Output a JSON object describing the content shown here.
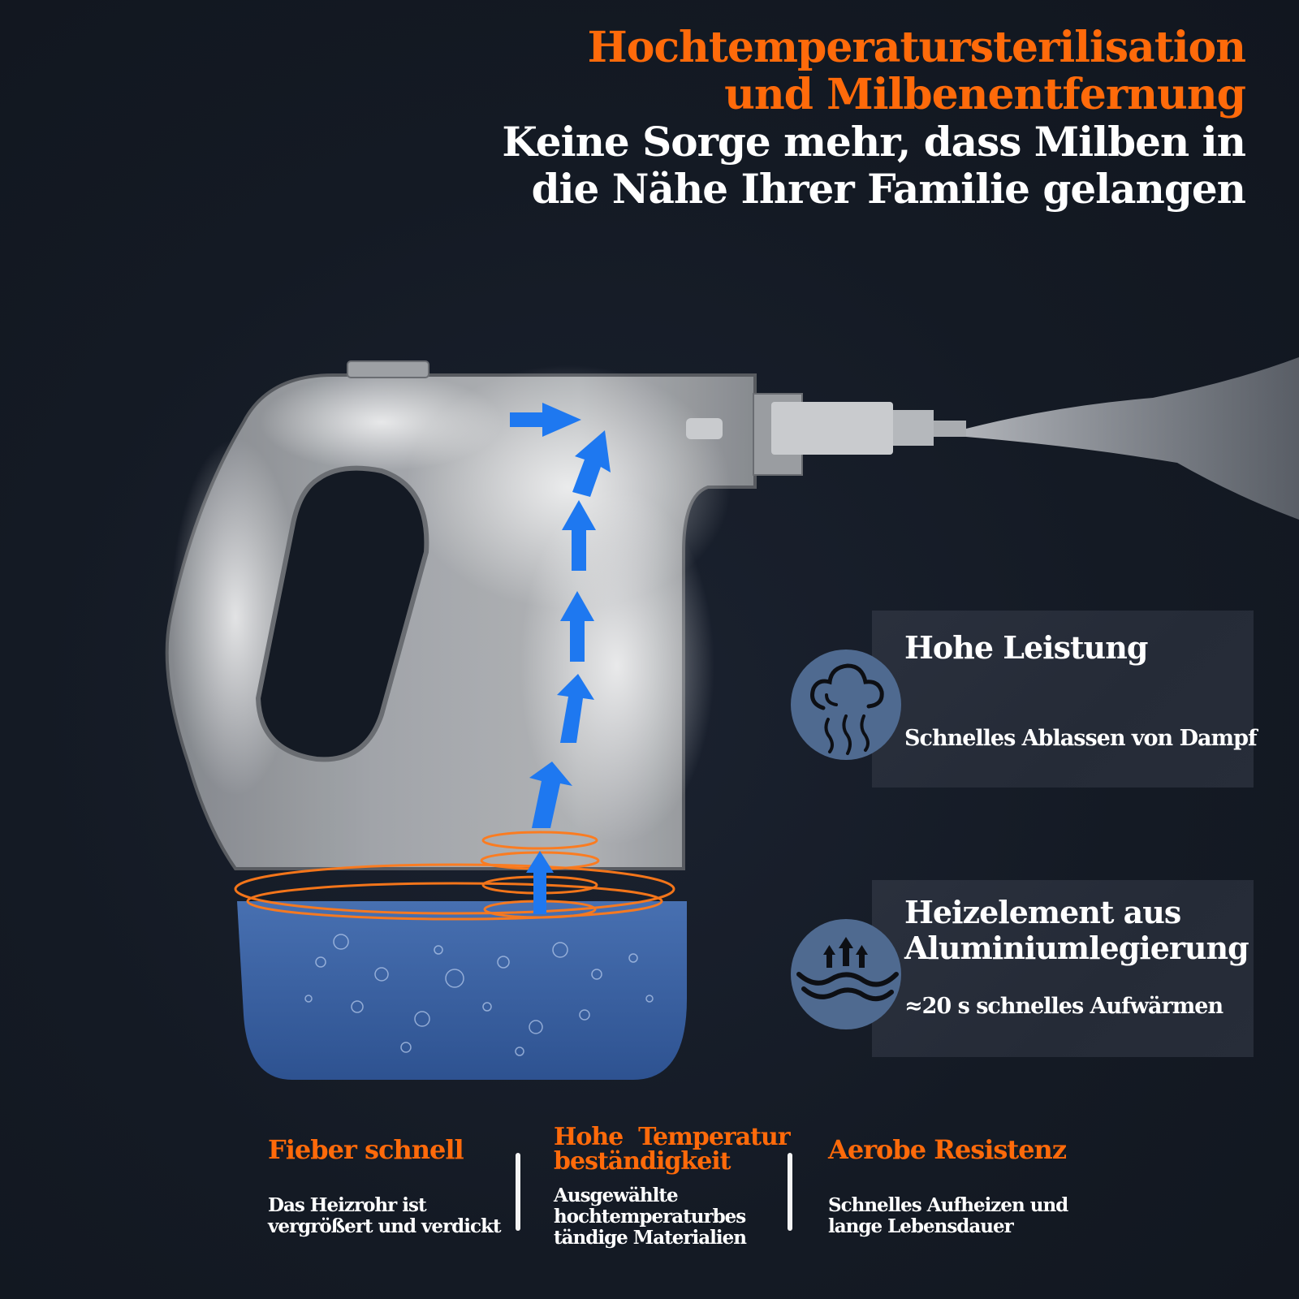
{
  "colors": {
    "background": "#141a24",
    "accent_orange": "#ff6a0a",
    "text_white": "#ffffff",
    "card_bg": "#272d39",
    "icon_circle": "#4f6a90",
    "arrow_blue": "#1e78f0",
    "water_blue": "#3c64a8"
  },
  "headline": {
    "line1": "Hochtemperatursterilisation",
    "line2": "und Milbenentfernung",
    "line3": "Keine Sorge mehr, dass Milben in",
    "line4": "die Nähe Ihrer Familie gelangen"
  },
  "cards": [
    {
      "icon": "steam-cloud-icon",
      "title_lines": [
        "Hohe Leistung"
      ],
      "subtitle": "Schnelles Ablassen von Dampf"
    },
    {
      "icon": "heating-waves-icon",
      "title_lines": [
        "Heizelement aus",
        "Aluminiumlegierung"
      ],
      "subtitle": "≈20 s schnelles Aufwärmen"
    }
  ],
  "features": [
    {
      "title_lines": [
        "Fieber schnell"
      ],
      "desc_lines": [
        "Das Heizrohr ist",
        "vergrößert und verdickt"
      ]
    },
    {
      "title_lines": [
        "Hohe  Temperatur",
        "beständigkeit"
      ],
      "desc_lines": [
        "Ausgewählte",
        "hochtemperaturbes",
        "tändige Materialien"
      ]
    },
    {
      "title_lines": [
        "Aerobe Resistenz"
      ],
      "desc_lines": [
        "Schnelles Aufheizen und",
        "lange Lebensdauer"
      ]
    }
  ]
}
